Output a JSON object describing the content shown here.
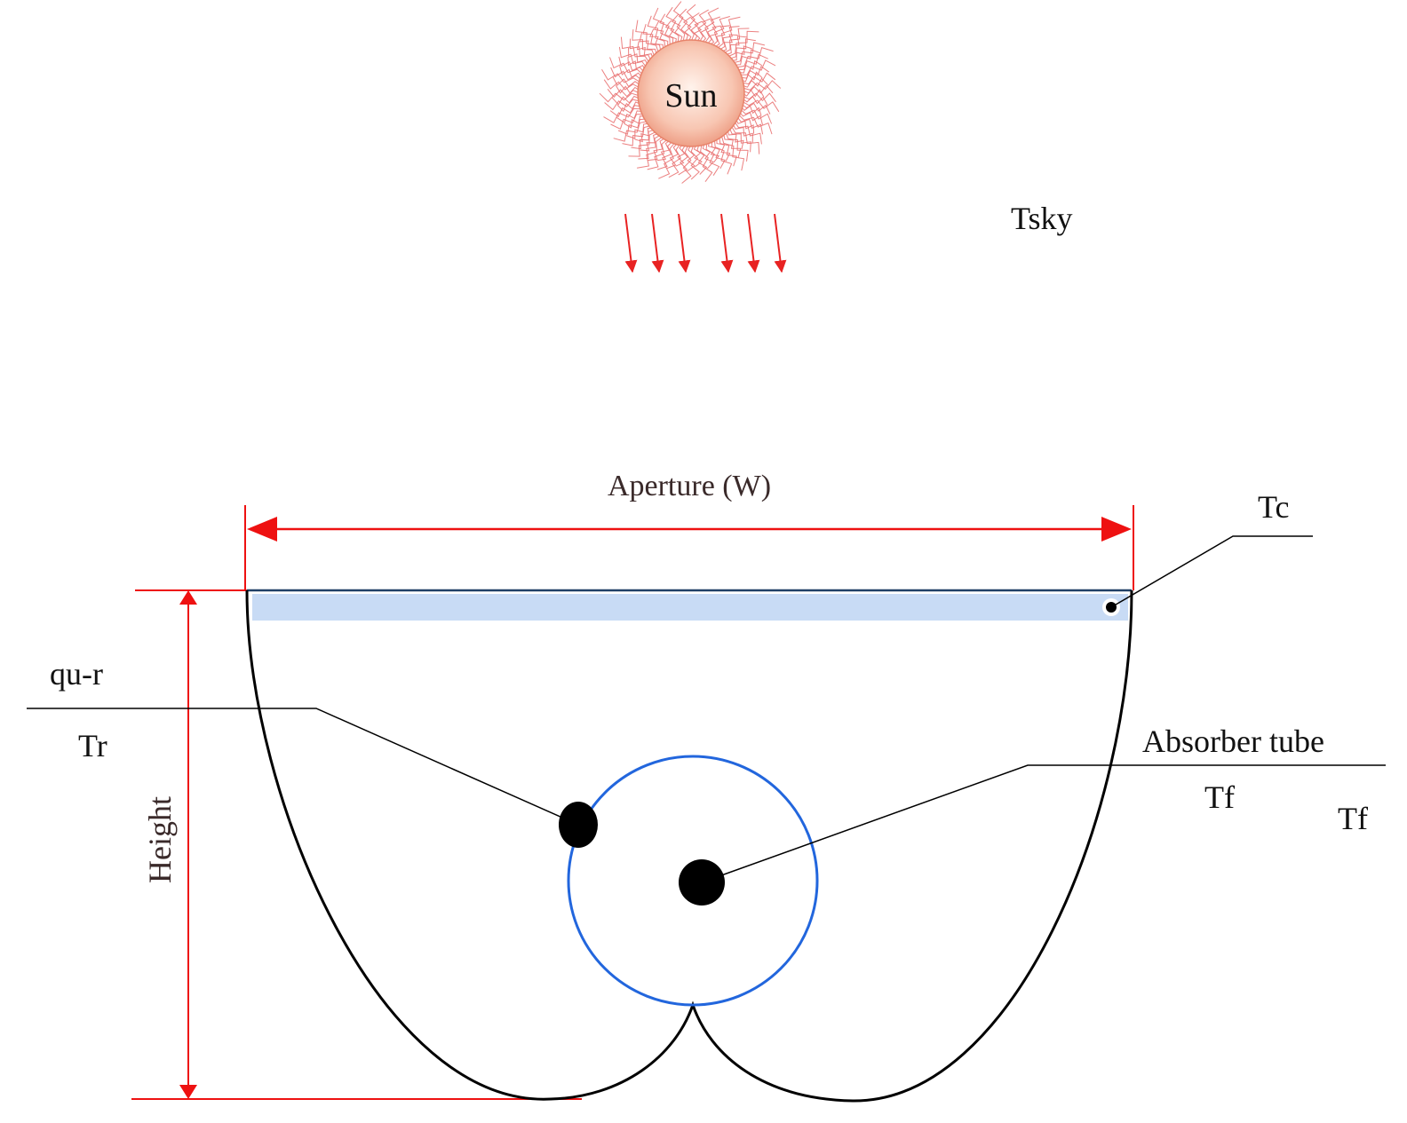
{
  "labels": {
    "sun": "Sun",
    "t_sky": "Tsky",
    "aperture": "Aperture (W)",
    "t_cover": "Tc",
    "qu_r": "qu-r",
    "t_receiver": "Tr",
    "absorber_tube": "Absorber tube",
    "t_fluid_1": "Tf",
    "t_fluid_2": "Tf",
    "height": "Height"
  },
  "colors": {
    "dimension": "#ee1111",
    "reflector": "#000000",
    "receiver_circle": "#2266dd",
    "glass_cover": "#c8dbf5",
    "sun_core": "#f6b7a3",
    "sun_rays": "#e86a6a",
    "solar_rays": "#e82222"
  },
  "solar_ray_count": 6
}
